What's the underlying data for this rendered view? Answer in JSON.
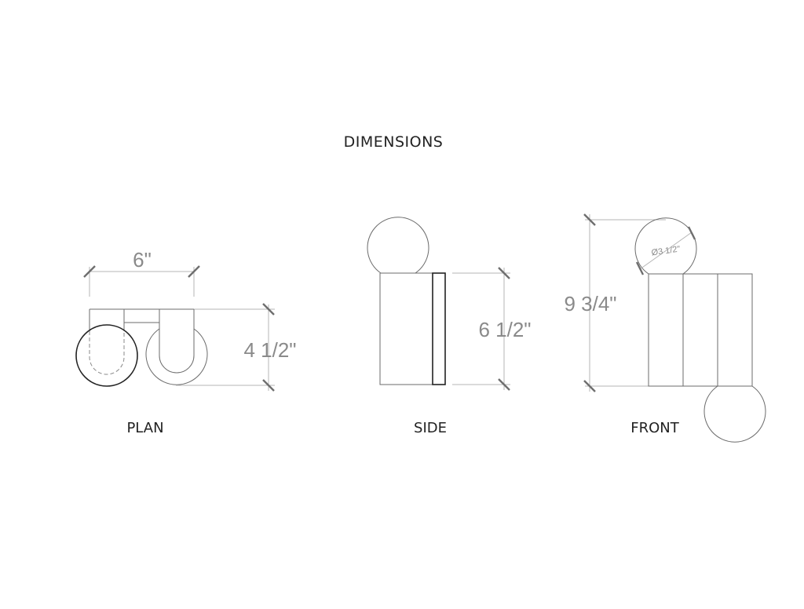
{
  "title": "DIMENSIONS",
  "views": {
    "plan": {
      "label": "PLAN",
      "width_dim": "6\"",
      "depth_dim": "4 1/2\""
    },
    "side": {
      "label": "SIDE",
      "height_dim": "6 1/2\""
    },
    "front": {
      "label": "FRONT",
      "overall_height_dim": "9 3/4\"",
      "globe_diameter_dim": "Ø3 1/2\""
    }
  },
  "colors": {
    "line": "#6b6b6b",
    "dark_line": "#222222",
    "dimension_line": "#b5b5b5",
    "dimension_text": "#8a8a8a",
    "background": "#ffffff"
  }
}
